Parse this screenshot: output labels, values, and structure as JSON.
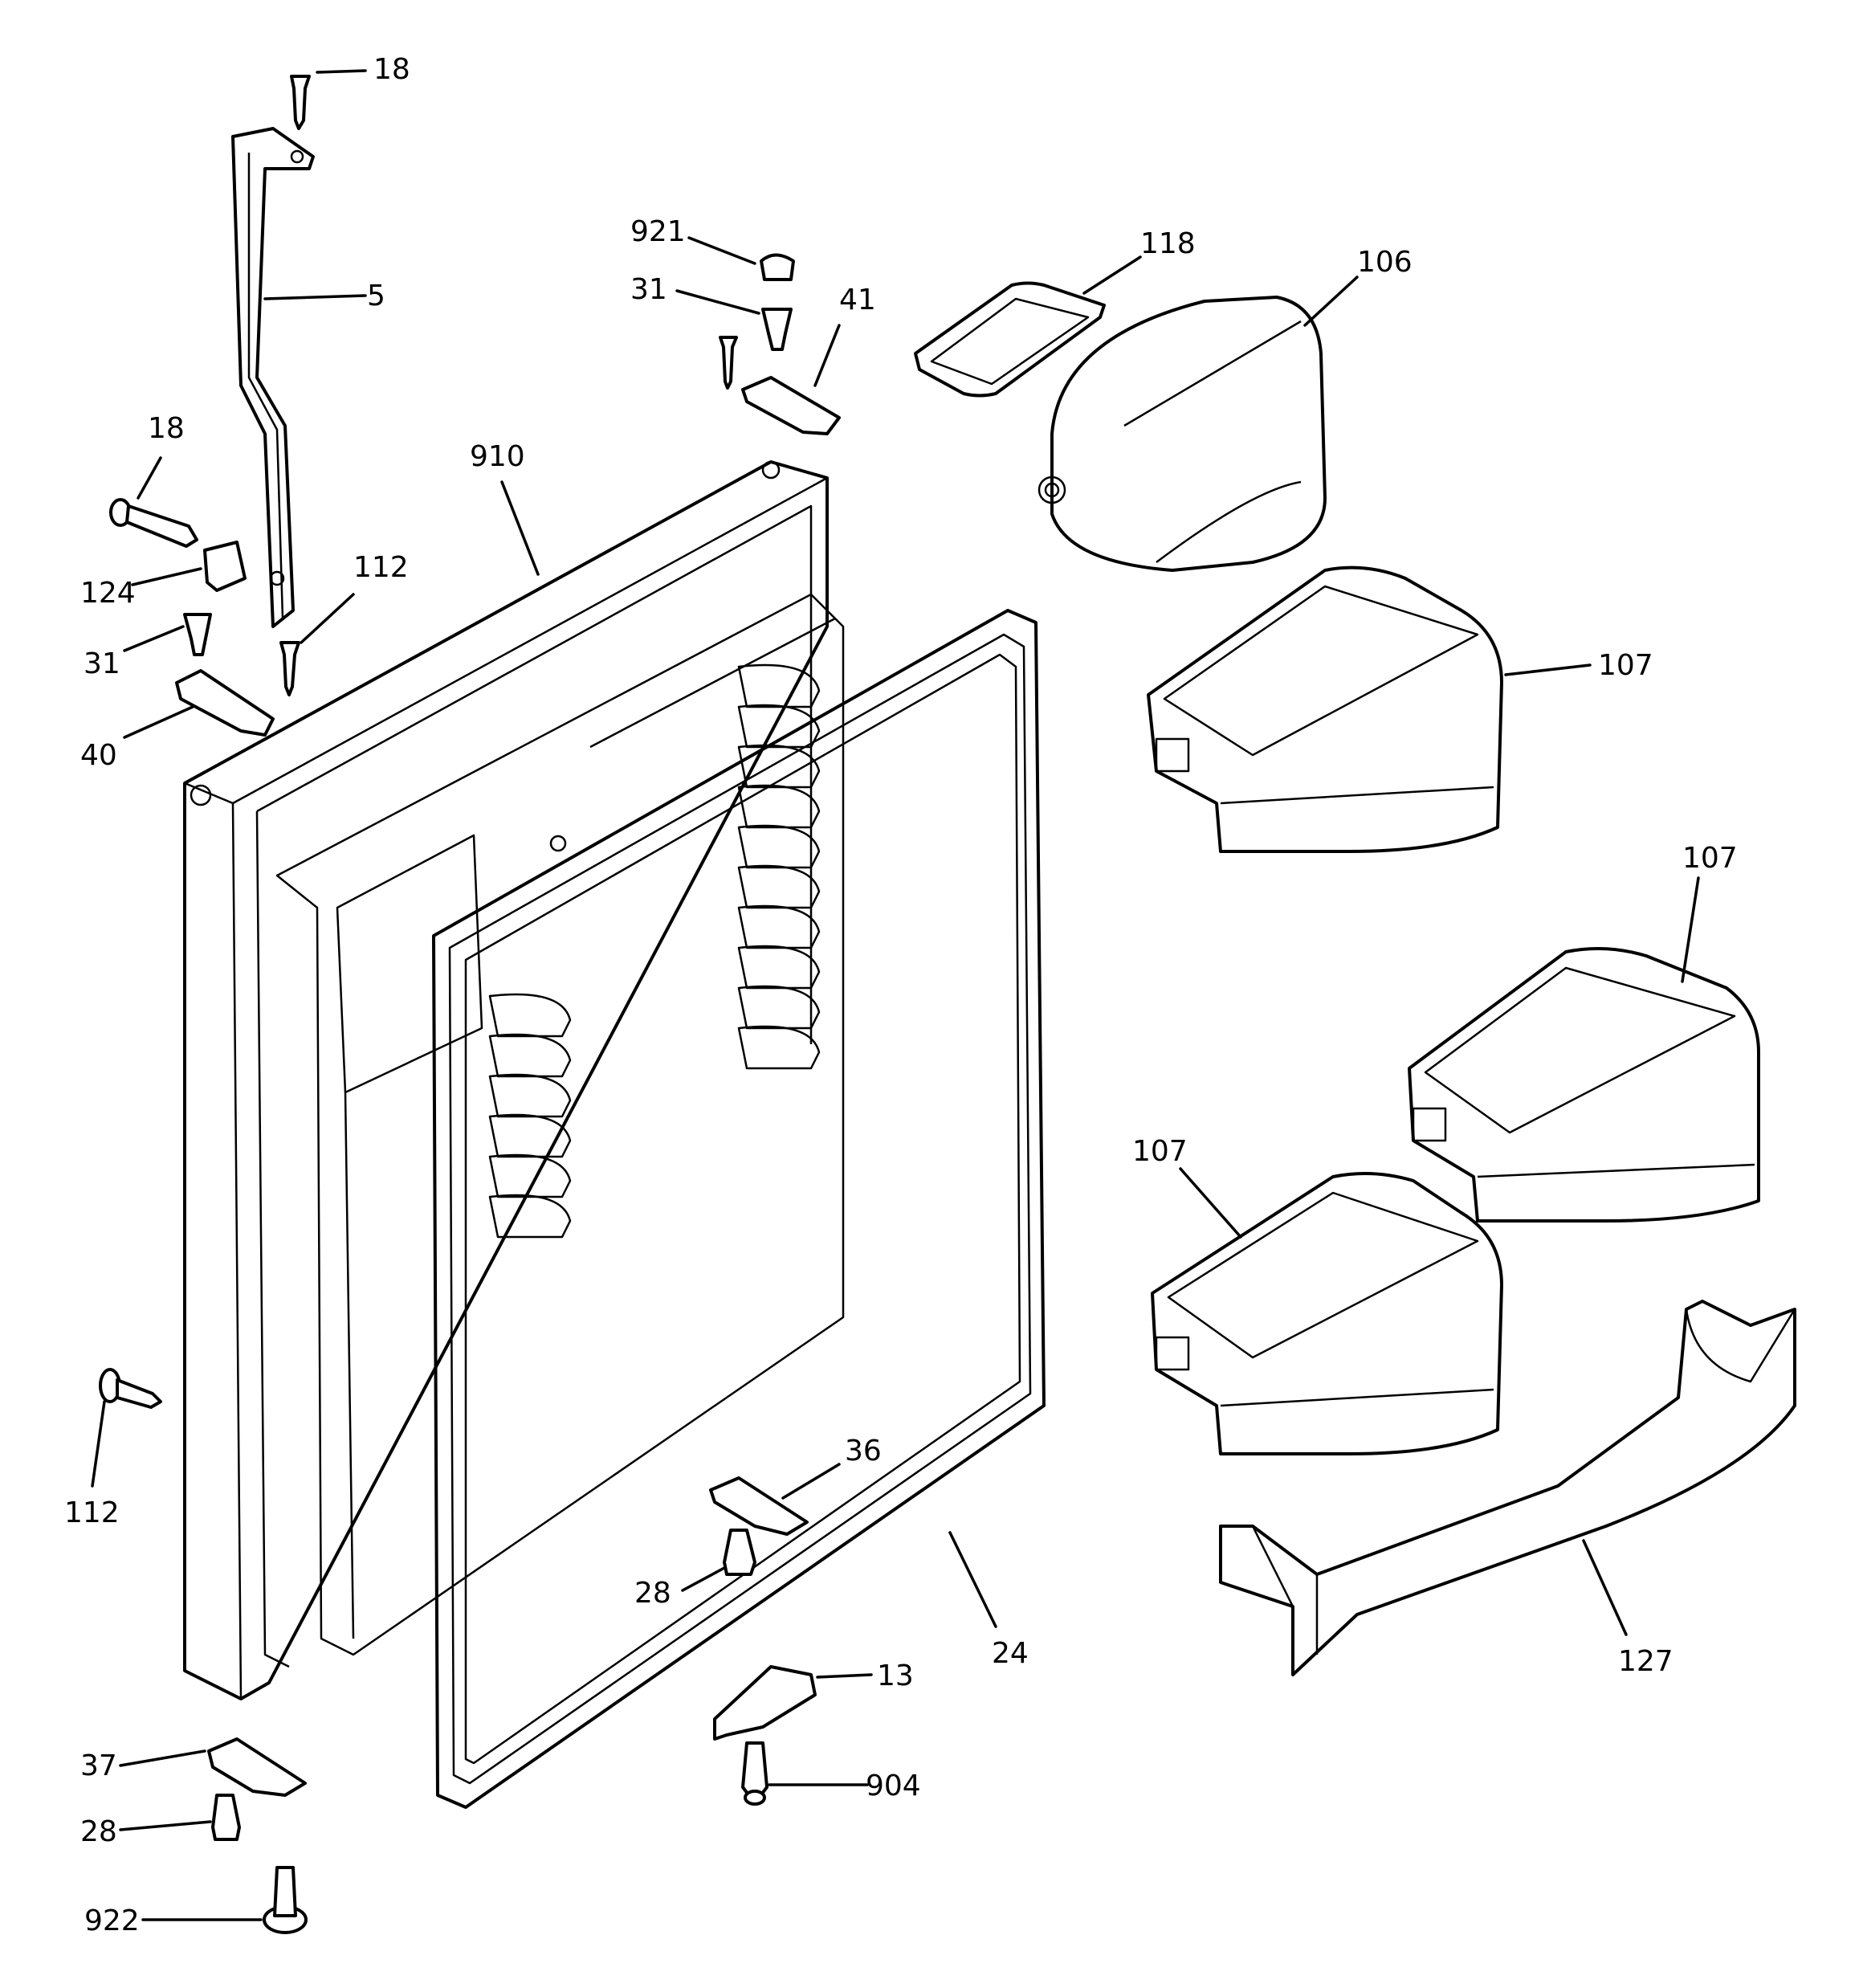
{
  "callouts": [
    {
      "id": "c-18-top",
      "text": "18"
    },
    {
      "id": "c-5",
      "text": "5"
    },
    {
      "id": "c-18-left",
      "text": "18"
    },
    {
      "id": "c-124",
      "text": "124"
    },
    {
      "id": "c-31-left",
      "text": "31"
    },
    {
      "id": "c-112-upper",
      "text": "112"
    },
    {
      "id": "c-40",
      "text": "40"
    },
    {
      "id": "c-910",
      "text": "910"
    },
    {
      "id": "c-921",
      "text": "921"
    },
    {
      "id": "c-31-mid",
      "text": "31"
    },
    {
      "id": "c-41",
      "text": "41"
    },
    {
      "id": "c-118",
      "text": "118"
    },
    {
      "id": "c-106",
      "text": "106"
    },
    {
      "id": "c-107-a",
      "text": "107"
    },
    {
      "id": "c-107-b",
      "text": "107"
    },
    {
      "id": "c-107-c",
      "text": "107"
    },
    {
      "id": "c-112-lower",
      "text": "112"
    },
    {
      "id": "c-36",
      "text": "36"
    },
    {
      "id": "c-28-mid",
      "text": "28"
    },
    {
      "id": "c-24",
      "text": "24"
    },
    {
      "id": "c-127",
      "text": "127"
    },
    {
      "id": "c-13",
      "text": "13"
    },
    {
      "id": "c-904",
      "text": "904"
    },
    {
      "id": "c-37",
      "text": "37"
    },
    {
      "id": "c-28-bottom",
      "text": "28"
    },
    {
      "id": "c-922",
      "text": "922"
    }
  ],
  "parts": [
    {
      "id": "p-handle",
      "icon": "door-handle-icon"
    },
    {
      "id": "p-door",
      "icon": "door-panel-icon"
    },
    {
      "id": "p-gasket",
      "icon": "door-gasket-icon"
    },
    {
      "id": "p-dairy-cover",
      "icon": "dairy-compartment-icon"
    },
    {
      "id": "p-tray",
      "icon": "tray-icon"
    },
    {
      "id": "p-bin-upper",
      "icon": "door-bin-icon"
    },
    {
      "id": "p-bin-right",
      "icon": "door-bin-icon"
    },
    {
      "id": "p-bin-lower",
      "icon": "door-bin-icon"
    },
    {
      "id": "p-shelf-rail",
      "icon": "shelf-rail-icon"
    },
    {
      "id": "p-screws",
      "icon": "screw-icon"
    },
    {
      "id": "p-hinges",
      "icon": "hinge-icon"
    }
  ]
}
